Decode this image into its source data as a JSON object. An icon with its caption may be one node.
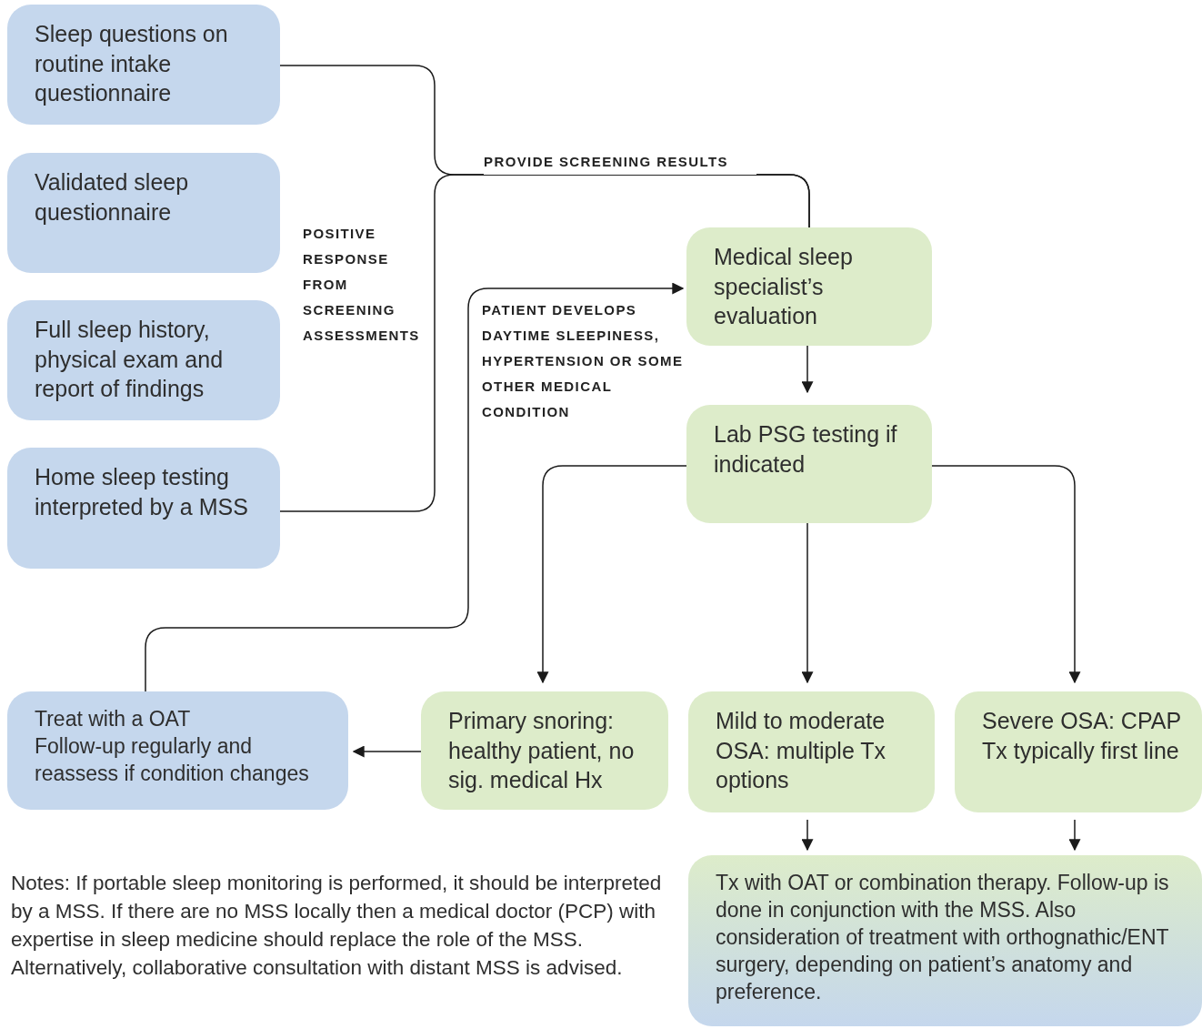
{
  "diagram": {
    "nodes": [
      {
        "text": [
          "Sleep questions on routine intake questionnaire"
        ]
      },
      {
        "text": [
          "Validated sleep questionnaire"
        ]
      },
      {
        "text": [
          "Full sleep history, physical exam and report of findings"
        ]
      },
      {
        "text": [
          "Home sleep testing interpreted by a MSS"
        ]
      },
      {
        "text": [
          "Medical sleep specialist’s evaluation"
        ]
      },
      {
        "text": [
          "Lab PSG testing if indicated"
        ]
      },
      {
        "text": [
          "Treat with a OAT",
          "Follow-up regularly and reassess if condition changes"
        ]
      },
      {
        "text": [
          "Primary snoring: healthy patient, no sig. medical Hx"
        ]
      },
      {
        "text": [
          "Mild to moderate OSA: multiple Tx options"
        ]
      },
      {
        "text": [
          "Severe OSA: CPAP Tx typically first line"
        ]
      },
      {
        "text": [
          "Tx with OAT or combination therapy. Follow-up is done in conjunction with the MSS. Also consideration of treatment with orthognathic/ENT surgery, depending on patient’s anatomy and preference."
        ]
      }
    ],
    "edges": [
      {
        "from": 0,
        "to": 4,
        "arrow": "none",
        "label": "PROVIDE SCREENING RESULTS"
      },
      {
        "from": 3,
        "to": 4,
        "arrow": "none"
      },
      {
        "from": 6,
        "to": 4,
        "arrow": "to",
        "label": "PATIENT DEVELOPS DAYTIME SLEEPINESS, HYPERTENSION OR SOME OTHER MEDICAL CONDITION"
      },
      {
        "from": 4,
        "to": 5,
        "arrow": "to"
      },
      {
        "from": 5,
        "to": 7,
        "arrow": "to"
      },
      {
        "from": 5,
        "to": 8,
        "arrow": "to"
      },
      {
        "from": 5,
        "to": 9,
        "arrow": "to"
      },
      {
        "from": 7,
        "to": 6,
        "arrow": "to"
      },
      {
        "from": 8,
        "to": 10,
        "arrow": "to"
      },
      {
        "from": 9,
        "to": 10,
        "arrow": "to"
      }
    ],
    "labels": [
      "POSITIVE RESPONSE FROM SCREENING ASSESSMENTS",
      "Notes: If portable sleep monitoring is performed, it should be interpreted by a MSS. If there are no MSS locally then a medical doctor (PCP) with expertise in sleep medicine should replace the role of the MSS. Alternatively, collaborative consultation with distant MSS is advised."
    ]
  }
}
